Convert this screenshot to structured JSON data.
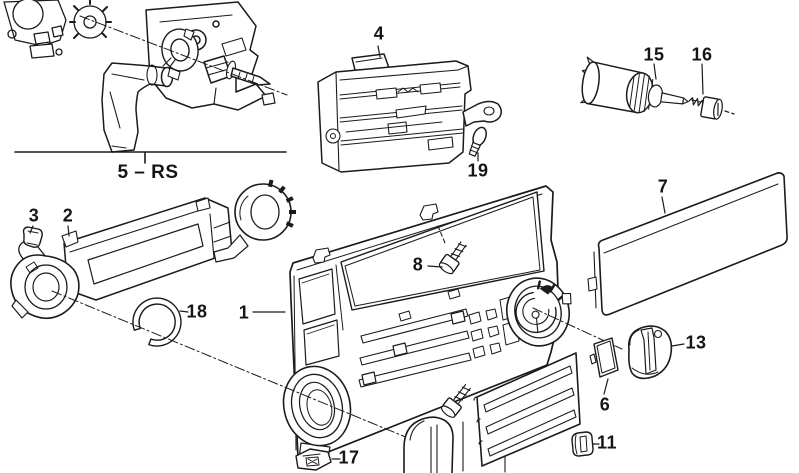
{
  "diagram": {
    "type": "exploded-parts-diagram",
    "colors": {
      "ink": "#1b1b1b",
      "background": "#ffffff"
    },
    "callouts": {
      "part1": "1",
      "part2": "2",
      "part3": "3",
      "part4": "4",
      "group5": "5 – RS",
      "part6": "6",
      "part7": "7",
      "part8": "8",
      "part11": "11",
      "part13": "13",
      "part15": "15",
      "part16": "16",
      "part17": "17",
      "part18": "18",
      "part19": "19"
    }
  }
}
